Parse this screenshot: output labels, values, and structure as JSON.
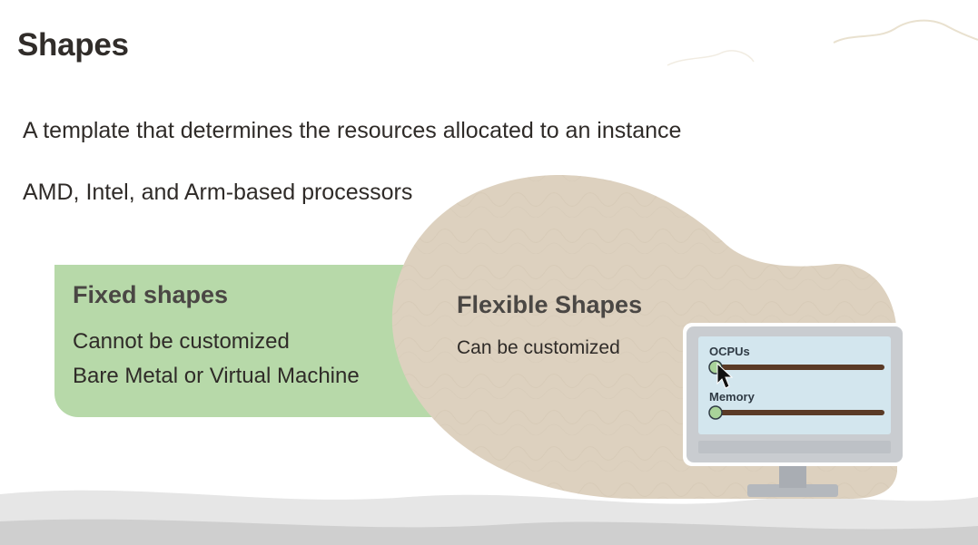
{
  "slide": {
    "title": "Shapes",
    "bullets": [
      "A template that determines the resources allocated to an instance",
      "AMD, Intel, and Arm-based processors"
    ]
  },
  "fixed_shapes": {
    "title": "Fixed shapes",
    "lines": [
      "Cannot be customized",
      "Bare Metal or Virtual Machine"
    ]
  },
  "flexible_shapes": {
    "title": "Flexible Shapes",
    "line": "Can be customized"
  },
  "monitor": {
    "sliders": [
      {
        "label": "OCPUs",
        "value": 0.0
      },
      {
        "label": "Memory",
        "value": 0.0
      }
    ]
  },
  "colors": {
    "title": "#312d2a",
    "fixed_card": "#b7d9a9",
    "flex_blob": "#ddd1bf",
    "slider_track": "#5a3a26",
    "slider_knob": "#a9d39a",
    "monitor_frame": "#c9ccd0",
    "monitor_screen": "#d3e6ee"
  }
}
